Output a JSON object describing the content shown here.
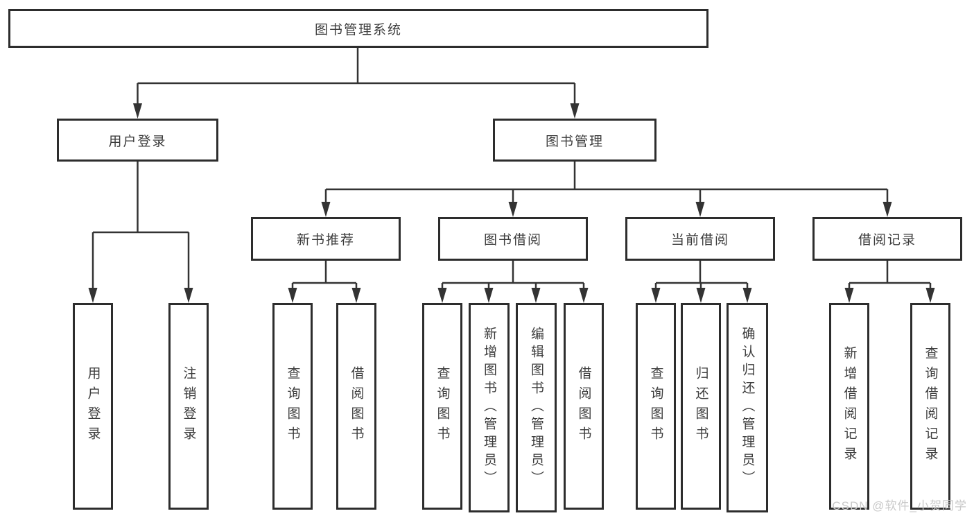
{
  "tree": {
    "root": {
      "label": "图书管理系统"
    },
    "branches": [
      {
        "label": "用户登录",
        "children": [
          {
            "label": "用户登录"
          },
          {
            "label": "注销登录"
          }
        ]
      },
      {
        "label": "图书管理",
        "children": [
          {
            "label": "新书推荐",
            "children": [
              {
                "label": "查询图书"
              },
              {
                "label": "借阅图书"
              }
            ]
          },
          {
            "label": "图书借阅",
            "children": [
              {
                "label": "查询图书"
              },
              {
                "label": "新增图书（管理员）"
              },
              {
                "label": "编辑图书（管理员）"
              },
              {
                "label": "借阅图书"
              }
            ]
          },
          {
            "label": "当前借阅",
            "children": [
              {
                "label": "查询图书"
              },
              {
                "label": "归还图书"
              },
              {
                "label": "确认归还（管理员）"
              }
            ]
          },
          {
            "label": "借阅记录",
            "children": [
              {
                "label": "新增借阅记录"
              },
              {
                "label": "查询借阅记录"
              }
            ]
          }
        ]
      }
    ]
  },
  "watermark": {
    "text": "CSDN @软件_小贺同学"
  },
  "colors": {
    "background": "#ffffff",
    "line": "#333333",
    "box_border": "#2d2d2d",
    "text": "#3c3c3c",
    "watermark": "#c9c9c9"
  }
}
